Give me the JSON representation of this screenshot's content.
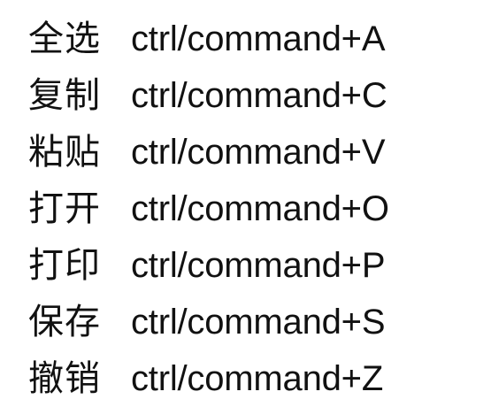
{
  "shortcuts": [
    {
      "action": "全选",
      "keys": "ctrl/command+A"
    },
    {
      "action": "复制",
      "keys": "ctrl/command+C"
    },
    {
      "action": "粘贴",
      "keys": "ctrl/command+V"
    },
    {
      "action": "打开",
      "keys": "ctrl/command+O"
    },
    {
      "action": "打印",
      "keys": "ctrl/command+P"
    },
    {
      "action": "保存",
      "keys": "ctrl/command+S"
    },
    {
      "action": "撤销",
      "keys": "ctrl/command+Z"
    }
  ]
}
